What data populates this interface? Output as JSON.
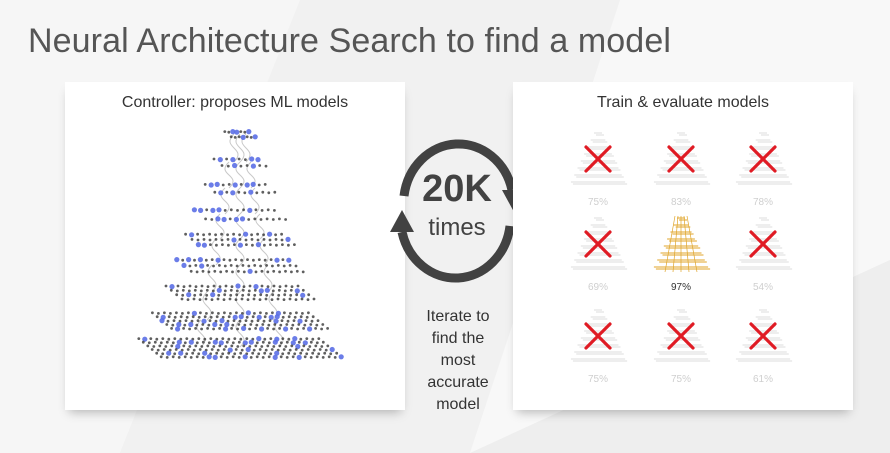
{
  "slide": {
    "title": "Neural Architecture Search to find a model"
  },
  "controller_panel": {
    "title": "Controller: proposes ML models"
  },
  "evaluate_panel": {
    "title": "Train & evaluate models",
    "models": [
      {
        "accuracy": "75%",
        "rejected": true
      },
      {
        "accuracy": "83%",
        "rejected": true
      },
      {
        "accuracy": "78%",
        "rejected": true
      },
      {
        "accuracy": "69%",
        "rejected": true
      },
      {
        "accuracy": "97%",
        "rejected": false
      },
      {
        "accuracy": "54%",
        "rejected": true
      },
      {
        "accuracy": "75%",
        "rejected": true
      },
      {
        "accuracy": "75%",
        "rejected": true
      },
      {
        "accuracy": "61%",
        "rejected": true
      }
    ]
  },
  "loop": {
    "count": "20K",
    "unit": "times",
    "caption": [
      "Iterate to",
      "find the",
      "most",
      "accurate",
      "model"
    ]
  },
  "colors": {
    "reject_mark": "#e01b24",
    "node_blue": "#5b6fe6",
    "node_dark": "#2a2a2a",
    "best_model": "#e0a52a",
    "loop_arrow": "#424242"
  },
  "icons": {
    "reject": "red-x-icon",
    "loop": "cycle-arrows-icon"
  }
}
